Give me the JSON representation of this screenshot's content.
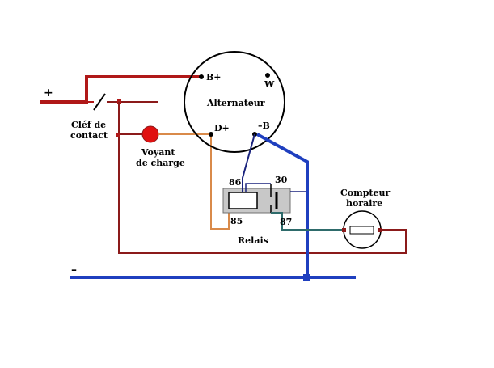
{
  "labels": {
    "plus": "+",
    "minus": "–",
    "key_line1": "Cléf de",
    "key_line2": "contact",
    "lamp_line1": "Voyant",
    "lamp_line2": "de charge",
    "alternator": "Alternateur",
    "b_plus": "B+",
    "w": "W",
    "d_plus": "D+",
    "b_minus": "–B",
    "relay": "Relais",
    "pin_86": "86",
    "pin_30": "30",
    "pin_85": "85",
    "pin_87": "87",
    "meter_line1": "Compteur",
    "meter_line2": "horaire"
  },
  "colors": {
    "positive_wire": "#b01818",
    "ground_wire": "#1f3fbf",
    "orange_wire": "#d98a4a",
    "navy_wire": "#1a237e",
    "teal_wire": "#2e6b6b",
    "brown_wire": "#8b1a1a",
    "lamp": "#e01010",
    "relay_body": "#c8c8c8",
    "outline": "#000000"
  }
}
